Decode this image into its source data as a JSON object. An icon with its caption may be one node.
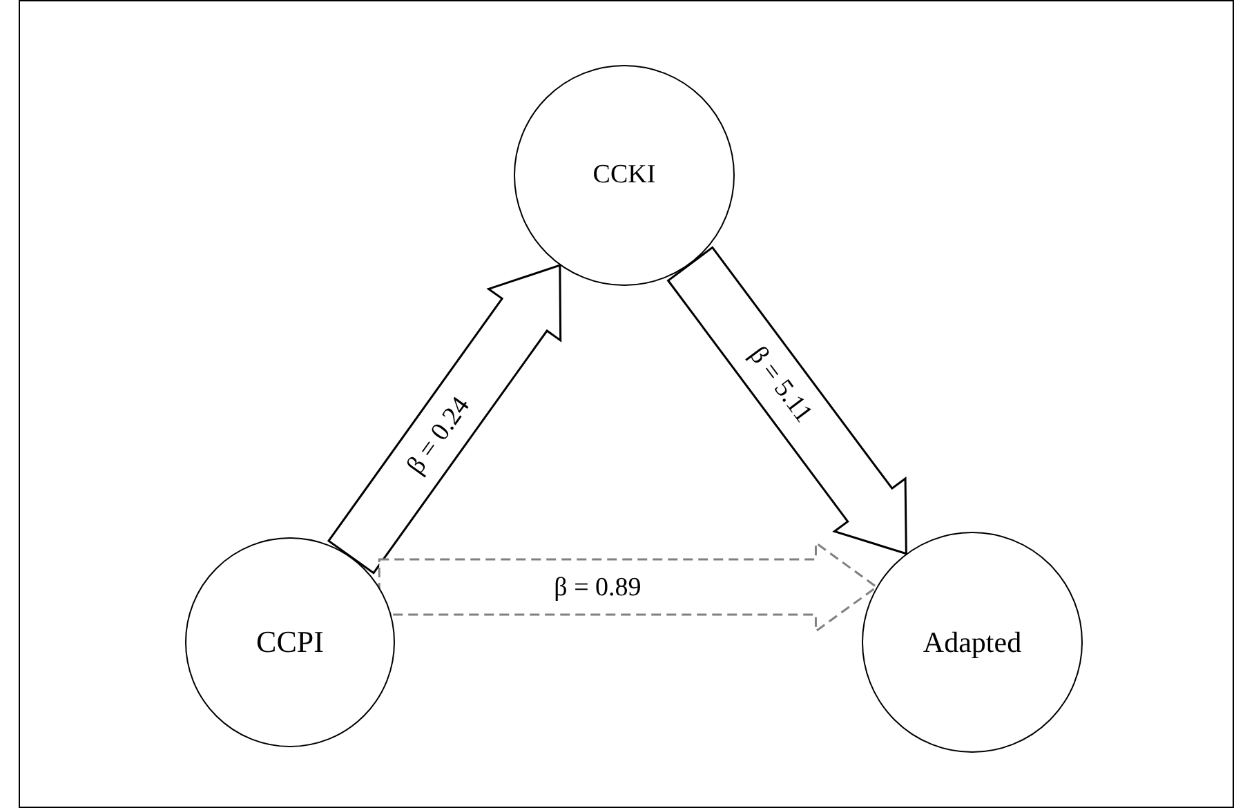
{
  "diagram": {
    "nodes": [
      {
        "text": [
          "CCKI"
        ]
      },
      {
        "text": [
          "CCPI"
        ]
      },
      {
        "text": [
          "Adapted"
        ]
      }
    ],
    "edges": [
      {
        "from": 1,
        "to": 0,
        "arrow": "to",
        "label": "β = 0.24"
      },
      {
        "from": 0,
        "to": 2,
        "arrow": "to",
        "label": "β = 5.11"
      },
      {
        "from": 1,
        "to": 2,
        "arrow": "to",
        "label": "β = 0.89",
        "style": "dashed",
        "color": "#808080"
      }
    ]
  }
}
